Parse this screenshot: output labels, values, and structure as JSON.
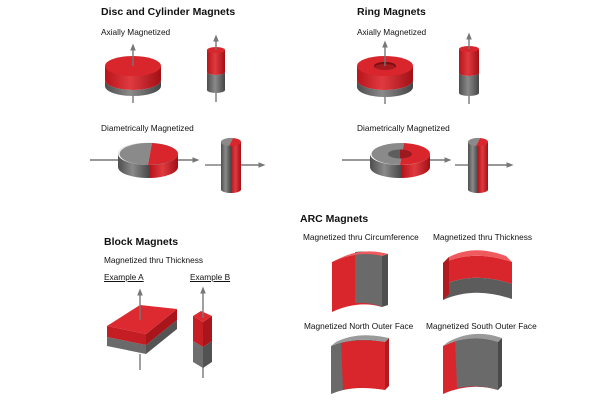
{
  "disc_cylinder": {
    "title": "Disc and Cylinder Magnets",
    "axial": "Axially Magnetized",
    "diametric": "Diametrically Magnetized"
  },
  "ring": {
    "title": "Ring Magnets",
    "axial": "Axially Magnetized",
    "diametric": "Diametrically Magnetized"
  },
  "block": {
    "title": "Block Magnets",
    "subtitle": "Magnetized thru Thickness",
    "example_a": "Example A",
    "example_b": "Example B"
  },
  "arc": {
    "title": "ARC Magnets",
    "circumference": "Magnetized thru Circumference",
    "thickness": "Magnetized thru Thickness",
    "north_outer": "Magnetized North Outer Face",
    "south_outer": "Magnetized South Outer Face"
  },
  "colors": {
    "north_red": "#d9262c",
    "south_gray": "#6f6f6f",
    "arrow_gray": "#777777"
  }
}
